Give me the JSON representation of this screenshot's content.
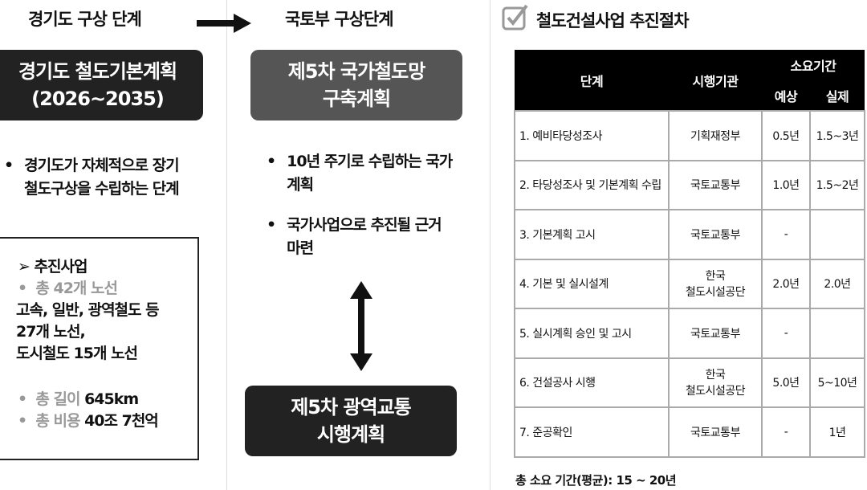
{
  "left": {
    "title": "경기도 구상 단계",
    "box_line1": "경기도 철도기본계획",
    "box_line2": "(2026~2035)",
    "bullet": [
      "경기도가 자체적으로 장기",
      "철도구상을 수립하는 단계"
    ],
    "projects": {
      "heading": "추진사업",
      "routes_label": "총 42개 노선",
      "routes_detail": [
        "고속, 일반, 광역철도 등",
        "27개 노선,",
        "도시철도 15개 노선"
      ],
      "length_label": "총 길이",
      "length_value": "645km",
      "cost_label": "총 비용",
      "cost_value": "40조 7천억"
    }
  },
  "middle": {
    "title": "국토부 구상단계",
    "box1_line1": "제5차 국가철도망",
    "box1_line2": "구축계획",
    "bullets": [
      [
        "10년 주기로 수립하는 국가",
        "계획"
      ],
      [
        "국가사업으로 추진될 근거",
        "마련"
      ]
    ],
    "box2_line1": "제5차 광역교통",
    "box2_line2": "시행계획"
  },
  "right": {
    "title": "철도건설사업 추진절차",
    "headers": {
      "stage": "단계",
      "agency": "시행기관",
      "duration": "소요기간",
      "expected": "예상",
      "actual": "실제"
    },
    "rows": [
      {
        "stage": "1. 예비타당성조사",
        "agency": "기획재정부",
        "expected": "0.5년",
        "actual": "1.5~3년"
      },
      {
        "stage": "2. 타당성조사 및 기본계획 수립",
        "agency": "국토교통부",
        "expected": "1.0년",
        "actual": "1.5~2년"
      },
      {
        "stage": "3. 기본계획 고시",
        "agency": "국토교통부",
        "expected": "-",
        "actual": ""
      },
      {
        "stage": "4. 기본 및 실시설계",
        "agency": "한국\n철도시설공단",
        "expected": "2.0년",
        "actual": "2.0년"
      },
      {
        "stage": "5. 실시계획 승인 및 고시",
        "agency": "국토교통부",
        "expected": "-",
        "actual": ""
      },
      {
        "stage": "6. 건설공사 시행",
        "agency": "한국\n철도시설공단",
        "expected": "5.0년",
        "actual": "5~10년"
      },
      {
        "stage": "7. 준공확인",
        "agency": "국토교통부",
        "expected": "-",
        "actual": "1년"
      }
    ],
    "footer": "총 소요 기간(평균): 15 ~ 20년"
  }
}
